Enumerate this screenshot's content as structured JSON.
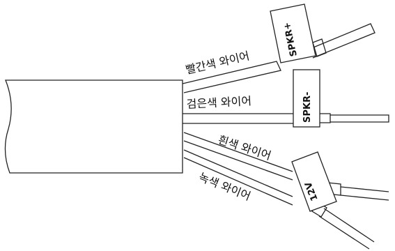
{
  "wires": [
    {
      "id": "red",
      "label": "빨간색 와이어",
      "tag": "SPKR+"
    },
    {
      "id": "black",
      "label": "검은색 와이어",
      "tag": "SPKR-"
    },
    {
      "id": "white",
      "label": "흰색 와이어",
      "tag": "12V"
    },
    {
      "id": "green",
      "label": "녹색 와이어",
      "tag": ""
    }
  ]
}
